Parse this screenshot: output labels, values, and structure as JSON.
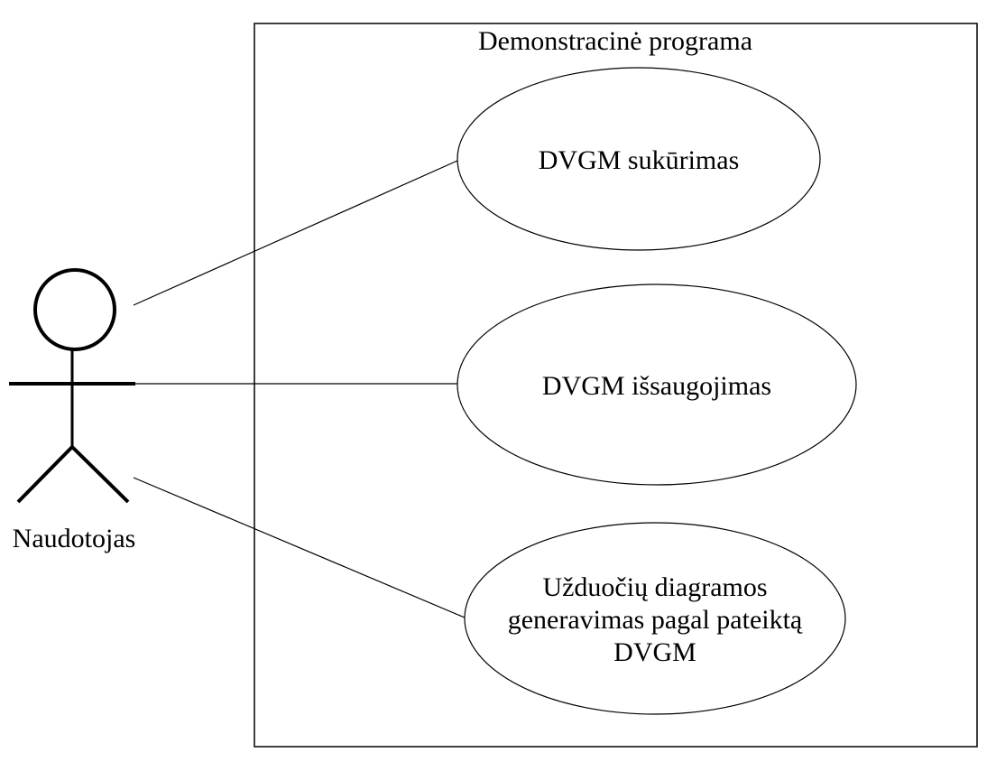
{
  "system": {
    "title": "Demonstracinė programa"
  },
  "actor": {
    "label": "Naudotojas"
  },
  "use_cases": [
    {
      "lines": [
        "DVGM sukūrimas"
      ]
    },
    {
      "lines": [
        "DVGM išsaugojimas"
      ]
    },
    {
      "lines": [
        "Užduočių diagramos",
        "generavimas pagal pateiktą",
        "DVGM"
      ]
    }
  ],
  "colors": {
    "stroke": "#000000",
    "background": "#ffffff"
  }
}
